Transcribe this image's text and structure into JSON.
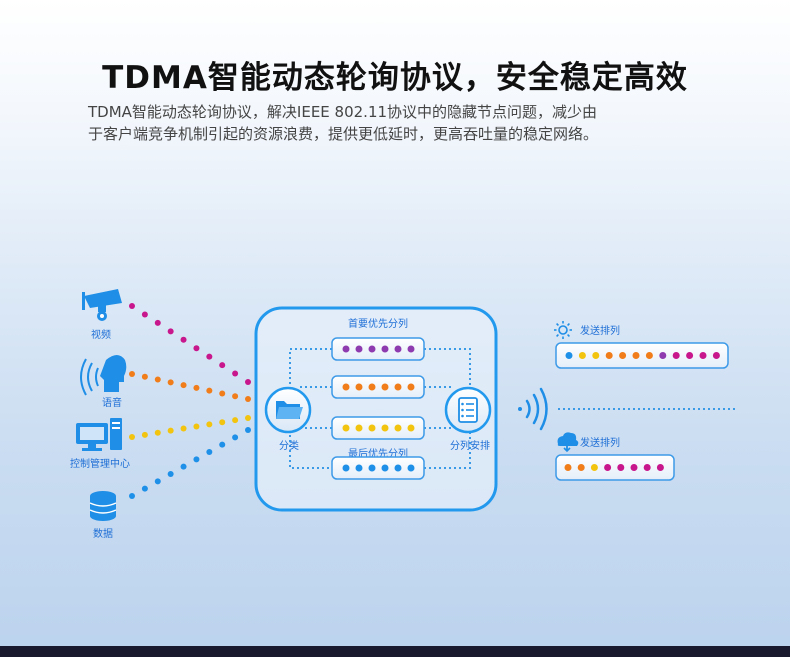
{
  "title": "TDMA智能动态轮询协议，安全稳定高效",
  "subtitle": {
    "line1": "TDMA智能动态轮询协议，解决IEEE 802.11协议中的隐藏节点问题，减少由",
    "line2": "于客户端竞争机制引起的资源浪费，提供更低延时，更高吞吐量的稳定网络。"
  },
  "sources": [
    {
      "label": "视频",
      "icon": "camera-icon"
    },
    {
      "label": "语音",
      "icon": "voice-icon"
    },
    {
      "label": "控制管理中心",
      "icon": "computer-icon"
    },
    {
      "label": "数据",
      "icon": "database-icon"
    }
  ],
  "hub": {
    "classify_label": "分类",
    "schedule_label": "分列安排",
    "queue_top_label": "首要优先分列",
    "queue_bottom_label": "最后优先分列"
  },
  "send": {
    "top_label": "发送排列",
    "bottom_label": "发送排列"
  },
  "colors": {
    "accent": "#1f8ee6",
    "purple": "#8e3bb0",
    "orange": "#f07d1a",
    "yellow": "#f2c40f",
    "blue": "#1e90e8",
    "magenta": "#c8168c"
  }
}
